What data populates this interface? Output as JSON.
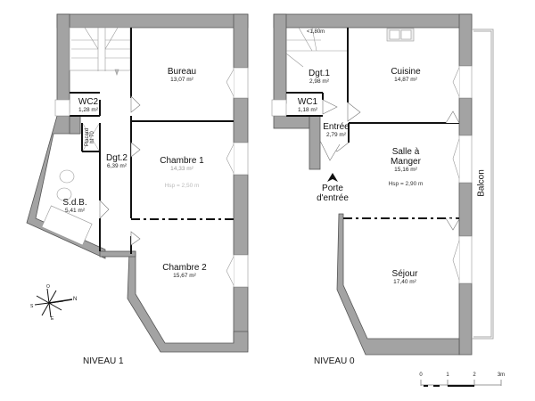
{
  "levels": [
    {
      "id": "niveau-1",
      "title": "NIVEAU 1",
      "rooms": [
        {
          "key": "bureau",
          "name": "Bureau",
          "area": "13,07 m²"
        },
        {
          "key": "wc2",
          "name": "WC2",
          "area": "1,28 m²"
        },
        {
          "key": "placard",
          "name": "Placard",
          "area": "ht 70"
        },
        {
          "key": "dgt2",
          "name": "Dgt.2",
          "area": "6,39 m²"
        },
        {
          "key": "chambre1",
          "name": "Chambre 1",
          "area": "14,33 m²",
          "hsp": "Hsp = 2,50 m"
        },
        {
          "key": "sdb",
          "name": "S.d.B.",
          "area": "5,41 m²"
        },
        {
          "key": "chambre2",
          "name": "Chambre 2",
          "area": "15,67 m²"
        }
      ],
      "compass": {
        "labels": {
          "north": "N",
          "south": "S",
          "east": "E",
          "west": "O"
        }
      }
    },
    {
      "id": "niveau-0",
      "title": "NIVEAU 0",
      "rooms": [
        {
          "key": "dgt1",
          "name": "Dgt.1",
          "area": "2,98 m²",
          "note": "<1,80m"
        },
        {
          "key": "cuisine",
          "name": "Cuisine",
          "area": "14,87 m²"
        },
        {
          "key": "wc1",
          "name": "WC1",
          "area": "1,18 m²"
        },
        {
          "key": "entree",
          "name": "Entrée",
          "area": "2,79 m²"
        },
        {
          "key": "salle",
          "name": "Salle à\nManger",
          "name_line1": "Salle à",
          "name_line2": "Manger",
          "area": "15,16 m²",
          "hsp": "Hsp = 2,90 m"
        },
        {
          "key": "sejour",
          "name": "Séjour",
          "area": "17,40 m²"
        }
      ],
      "entrance": {
        "line1": "Porte",
        "line2": "d'entrée"
      },
      "balcony": "Balcon"
    }
  ],
  "scale_bar": {
    "ticks": [
      "0",
      "1",
      "2",
      "3m"
    ]
  },
  "colors": {
    "wall": "#a3a3a3",
    "wall_stroke": "#555555",
    "inner_wall": "#111111",
    "fixture": "#9a9a9a"
  }
}
